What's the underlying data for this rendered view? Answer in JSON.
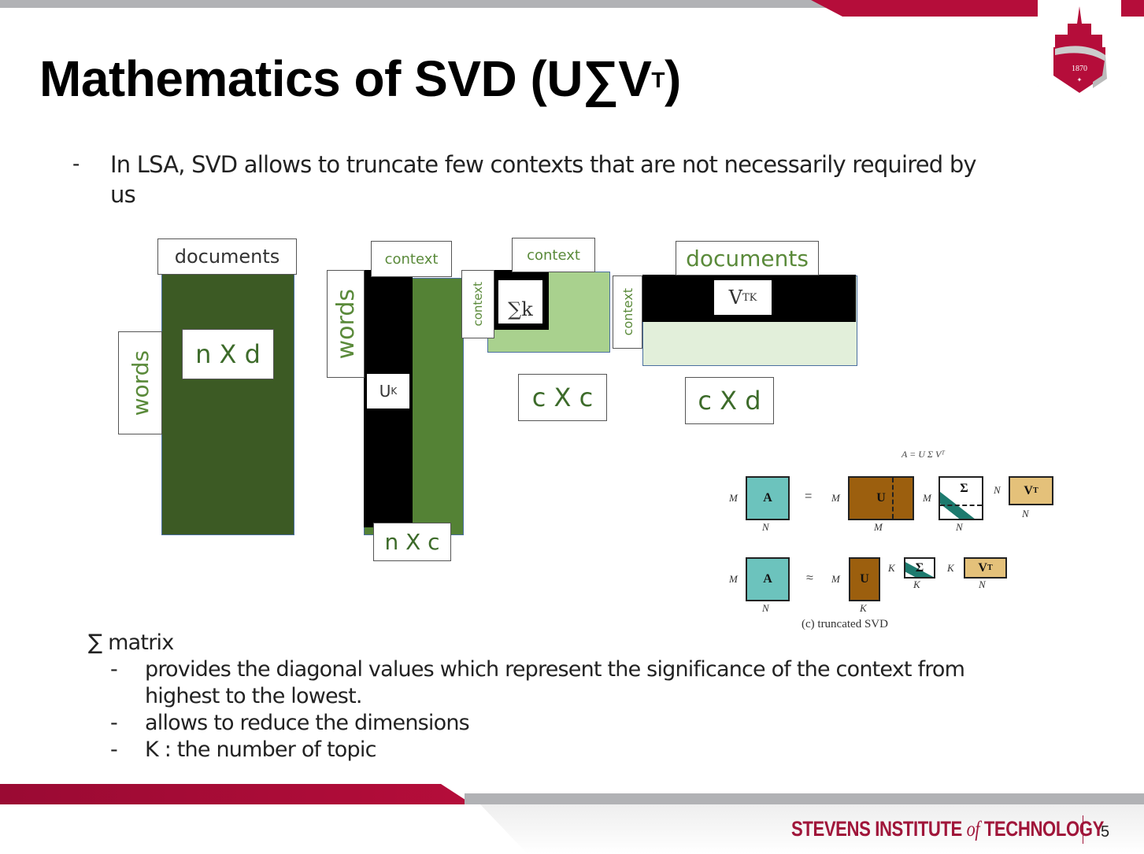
{
  "slide": {
    "title_main": "Mathematics of SVD (U∑V",
    "title_sup": "T",
    "title_close": ")",
    "intro_bullet": {
      "dash": "-",
      "line1": "In LSA, SVD allows to truncate few contexts that are not necessarily required by",
      "line2": "us"
    },
    "sigma_heading": "∑ matrix",
    "sub_bullets": [
      {
        "dash": "-",
        "line1": "provides the diagonal values which represent the significance of the context from",
        "line2": "highest to the lowest."
      },
      {
        "dash": "-",
        "line1": "allows to reduce the dimensions"
      },
      {
        "dash": "-",
        "line1": "K : the number of topic"
      }
    ]
  },
  "diagram": {
    "matrix_a": {
      "top_label": "documents",
      "side_label": "words",
      "dims": "n X d",
      "color": "#3c5a24"
    },
    "matrix_u": {
      "top_label": "context",
      "side_label": "words",
      "inner_label": "U",
      "inner_sub": "K",
      "dims": "n X c",
      "color": "#548235",
      "band_color": "#000000"
    },
    "matrix_sigma": {
      "top_label": "context",
      "side_label": "context",
      "inner_label": "∑k",
      "dims": "c X c",
      "color": "#a9d18e"
    },
    "matrix_vt": {
      "top_label": "documents",
      "side_label": "context",
      "inner_label": "V",
      "inner_sup": "T",
      "inner_sub": "K",
      "dims": "c X d",
      "color": "#e2efda"
    }
  },
  "figure": {
    "equation": "A = U Σ Vᵀ",
    "row1": {
      "A": "A",
      "eq": "=",
      "U": "U",
      "S": "Σ",
      "VT": "V",
      "VT_sup": "T",
      "labels": {
        "A_left": "M",
        "A_bottom": "N",
        "U_left": "M",
        "U_bottom": "M",
        "S_left": "M",
        "S_bottom": "N",
        "VT_left": "N",
        "VT_bottom": "N"
      }
    },
    "row2": {
      "A": "A",
      "eq": "≈",
      "U": "U",
      "S": "Σ",
      "VT": "V",
      "VT_sup": "T",
      "labels": {
        "A_left": "M",
        "A_bottom": "N",
        "U_left": "M",
        "U_bottom": "K",
        "S_left": "K",
        "S_bottom": "K",
        "VT_left": "K",
        "VT_bottom": "N"
      }
    },
    "caption": "(c) truncated SVD",
    "colors": {
      "A": "#6cc3bd",
      "U": "#9c5f0e",
      "S_band": "#1d7a6e",
      "VT": "#e4c17a"
    }
  },
  "footer": {
    "brand_1": "STEVENS INSTITUTE ",
    "brand_of": "of",
    "brand_2": " TECHNOLOGY",
    "page_number": "5",
    "logo_year": "1870"
  },
  "colors": {
    "brand_red": "#b50d3a",
    "band_gray": "#b1b2b5"
  }
}
